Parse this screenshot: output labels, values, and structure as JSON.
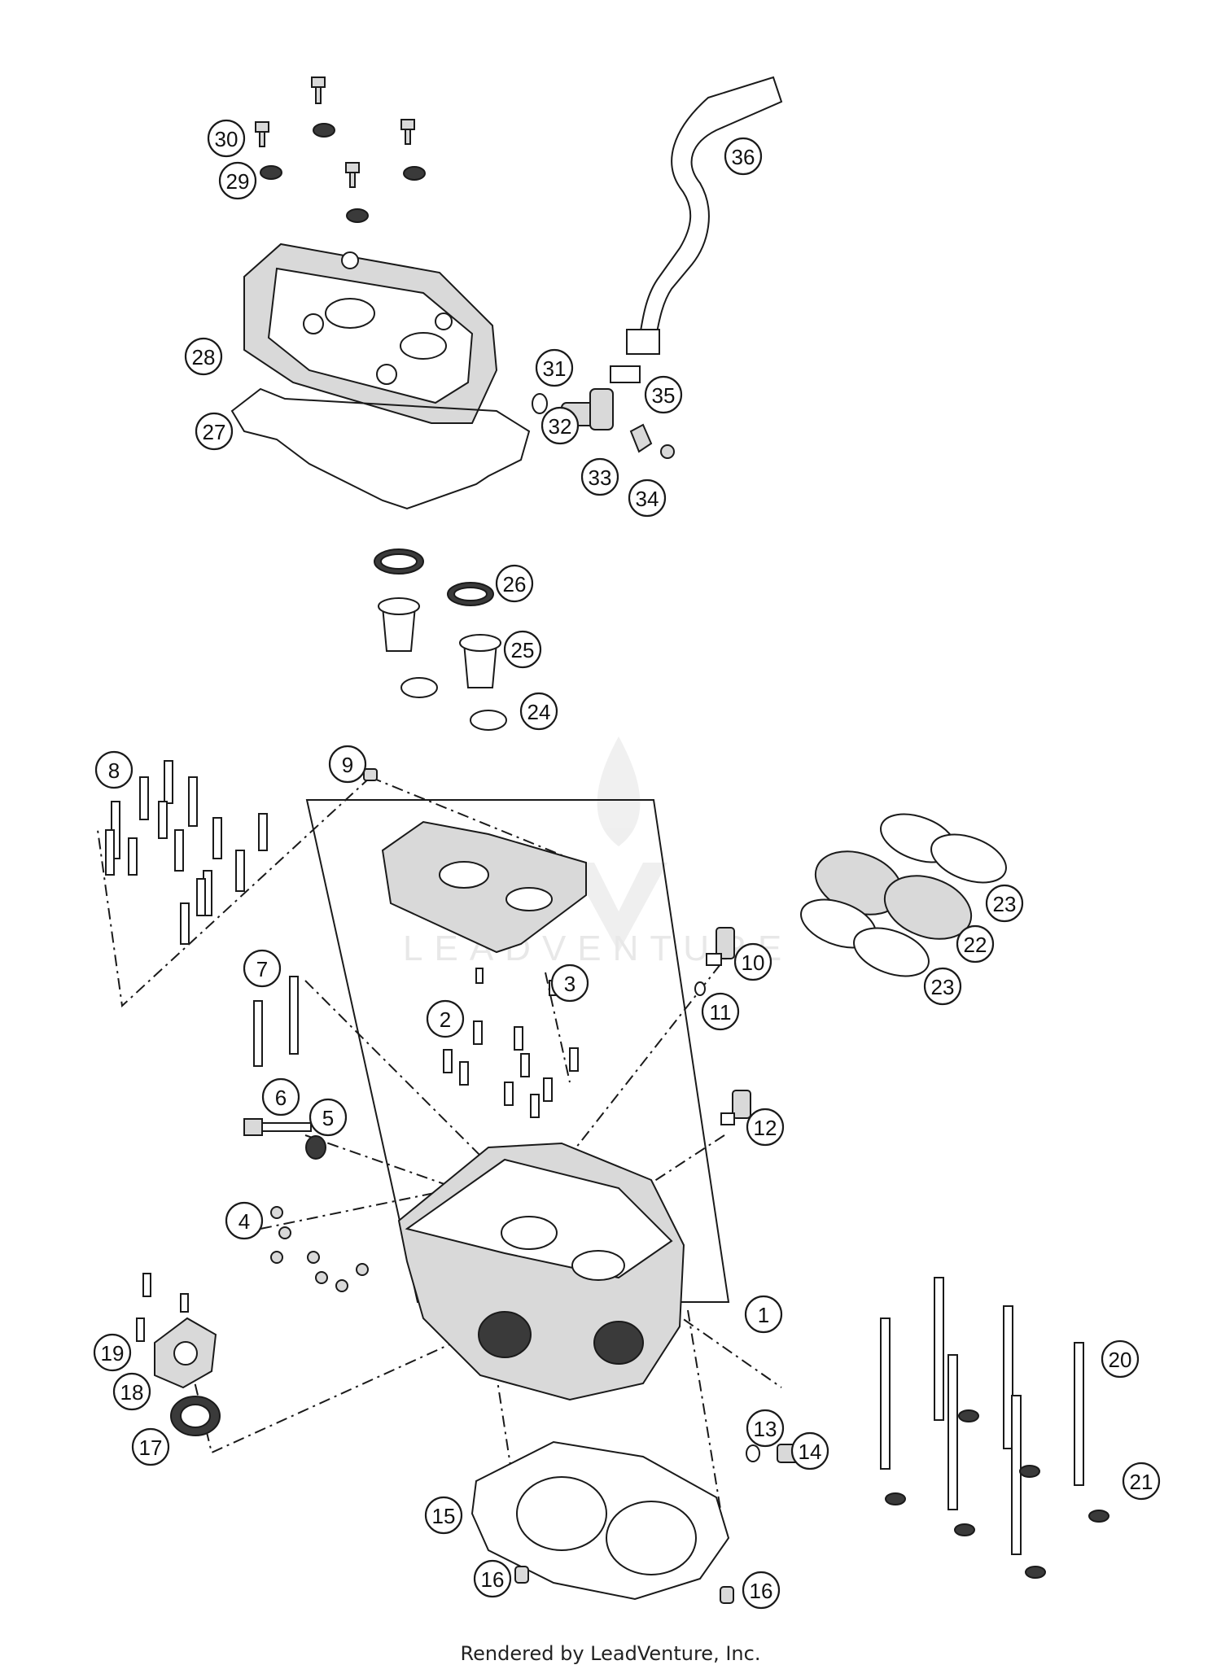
{
  "watermark": {
    "text": "LEADVENTURE"
  },
  "footer": {
    "text": "Rendered by LeadVenture, Inc."
  },
  "callouts": [
    "1",
    "2",
    "3",
    "4",
    "5",
    "6",
    "7",
    "8",
    "9",
    "10",
    "11",
    "12",
    "13",
    "14",
    "15",
    "16",
    "16",
    "17",
    "18",
    "19",
    "20",
    "21",
    "22",
    "23",
    "23",
    "24",
    "25",
    "26",
    "27",
    "28",
    "29",
    "30",
    "31",
    "32",
    "33",
    "34",
    "35",
    "36"
  ]
}
